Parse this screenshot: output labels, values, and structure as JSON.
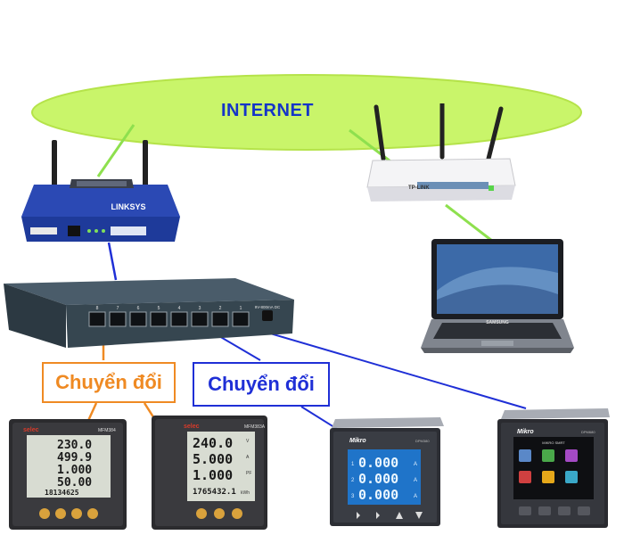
{
  "internet": {
    "label": "INTERNET"
  },
  "converters": [
    {
      "label": "Chuyển đổi",
      "color": "#ef8a23"
    },
    {
      "label": "Chuyển đổi",
      "color": "#1f2fd6"
    }
  ],
  "devices": {
    "linksys_router": {
      "brand": "LINKSYS"
    },
    "tplink_router": {
      "brand": "TP-LINK"
    },
    "switch": {
      "power_label": "9V-800mA DC",
      "port_numbers": [
        "8",
        "7",
        "6",
        "5",
        "4",
        "3",
        "2",
        "1"
      ]
    },
    "laptop": {
      "brand": "SAMSUNG"
    }
  },
  "meters": [
    {
      "brand": "selec",
      "model": "MFM384",
      "lines": [
        "230.0",
        "499.9",
        "1.000",
        "50.00",
        "18134625"
      ]
    },
    {
      "brand": "selec",
      "model": "MFM383A",
      "lines": [
        "240.0",
        "5.000",
        "1.000",
        "1765432.1"
      ],
      "units": [
        "V",
        "A",
        "PF",
        "kWh"
      ]
    },
    {
      "brand": "Mikro",
      "model": "DPM380",
      "lines": [
        "0.000",
        "0.000",
        "0.000"
      ],
      "units": [
        "A",
        "A",
        "A"
      ],
      "row_nums": [
        "1",
        "2",
        "3"
      ]
    },
    {
      "brand": "Mikro",
      "model": "DPM680",
      "title": "MIKRO SMRT"
    }
  ],
  "colors": {
    "cloud": "#c9f56a",
    "link_green": "#8ee04e",
    "link_blue": "#1f2fd6",
    "link_orange": "#ef8a23"
  }
}
